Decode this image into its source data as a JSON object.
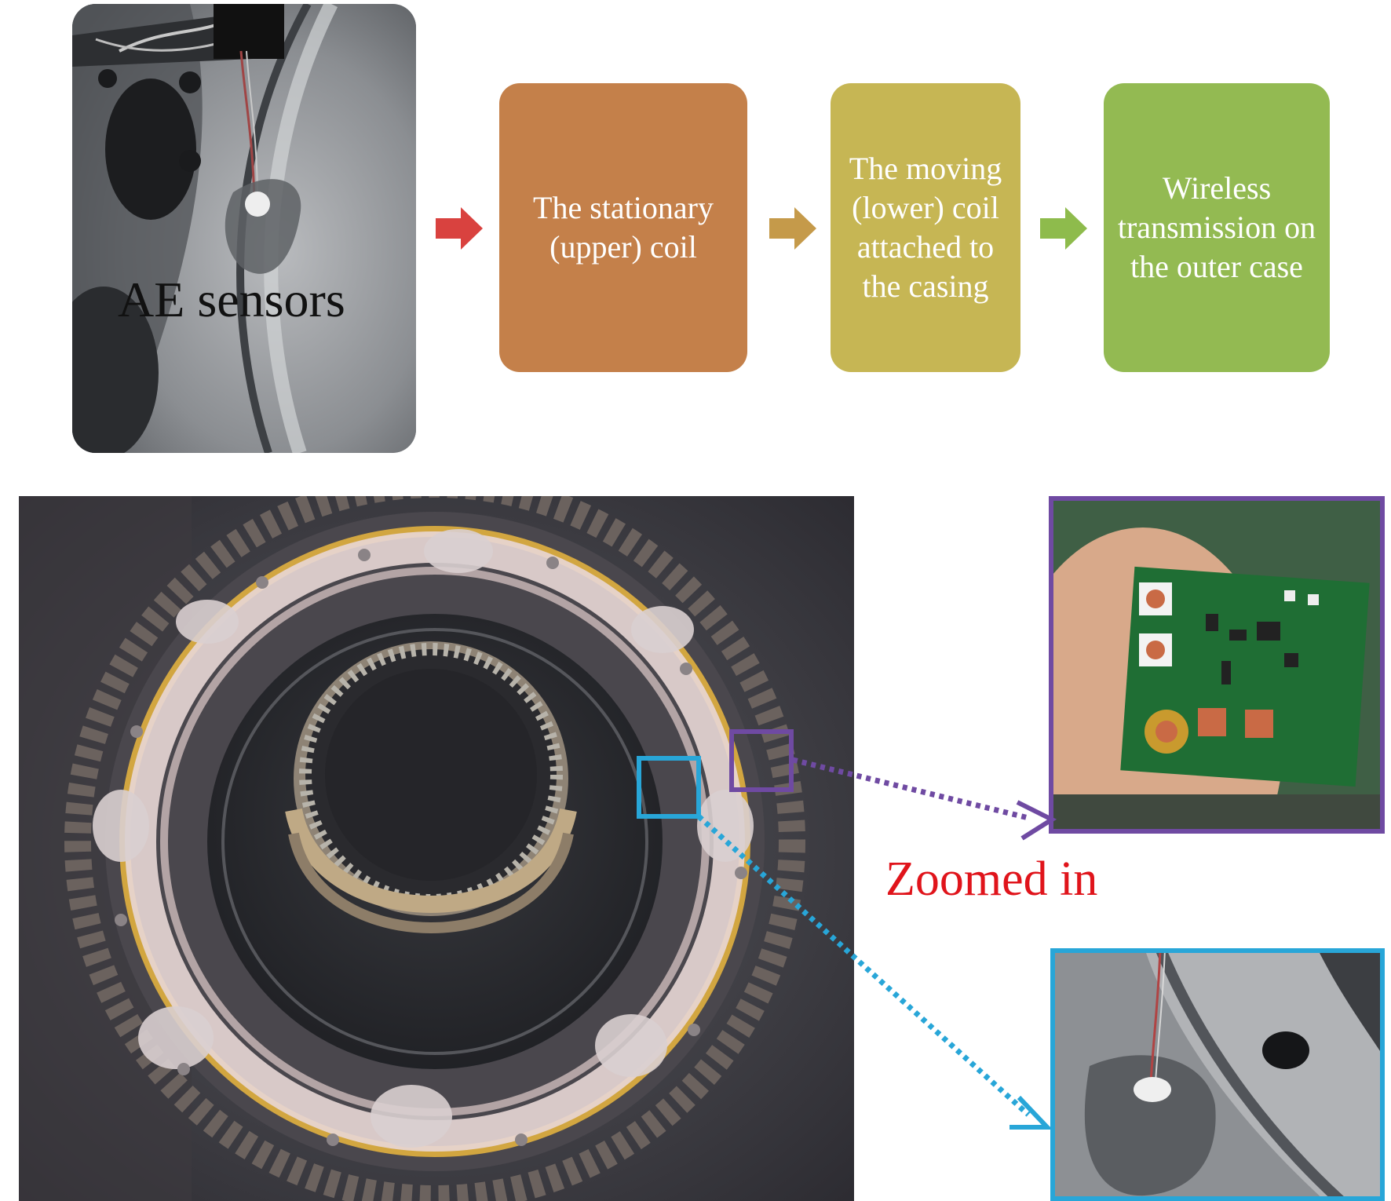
{
  "ae_photo": {
    "label": "AE sensors"
  },
  "flow": {
    "boxes": [
      {
        "label": "The stationary (upper) coil",
        "color": "#c4804a"
      },
      {
        "label": "The moving (lower) coil attached to the casing",
        "color": "#c6b654"
      },
      {
        "label": "Wireless transmission on the outer case",
        "color": "#93ba52"
      }
    ],
    "arrow_colors": [
      "#d9423f",
      "#c59a4a",
      "#8ebb4c"
    ]
  },
  "zoom": {
    "label": "Zoomed in",
    "label_color": "#e0141b",
    "purple_color": "#6f4aa2",
    "blue_color": "#28a6d8"
  }
}
